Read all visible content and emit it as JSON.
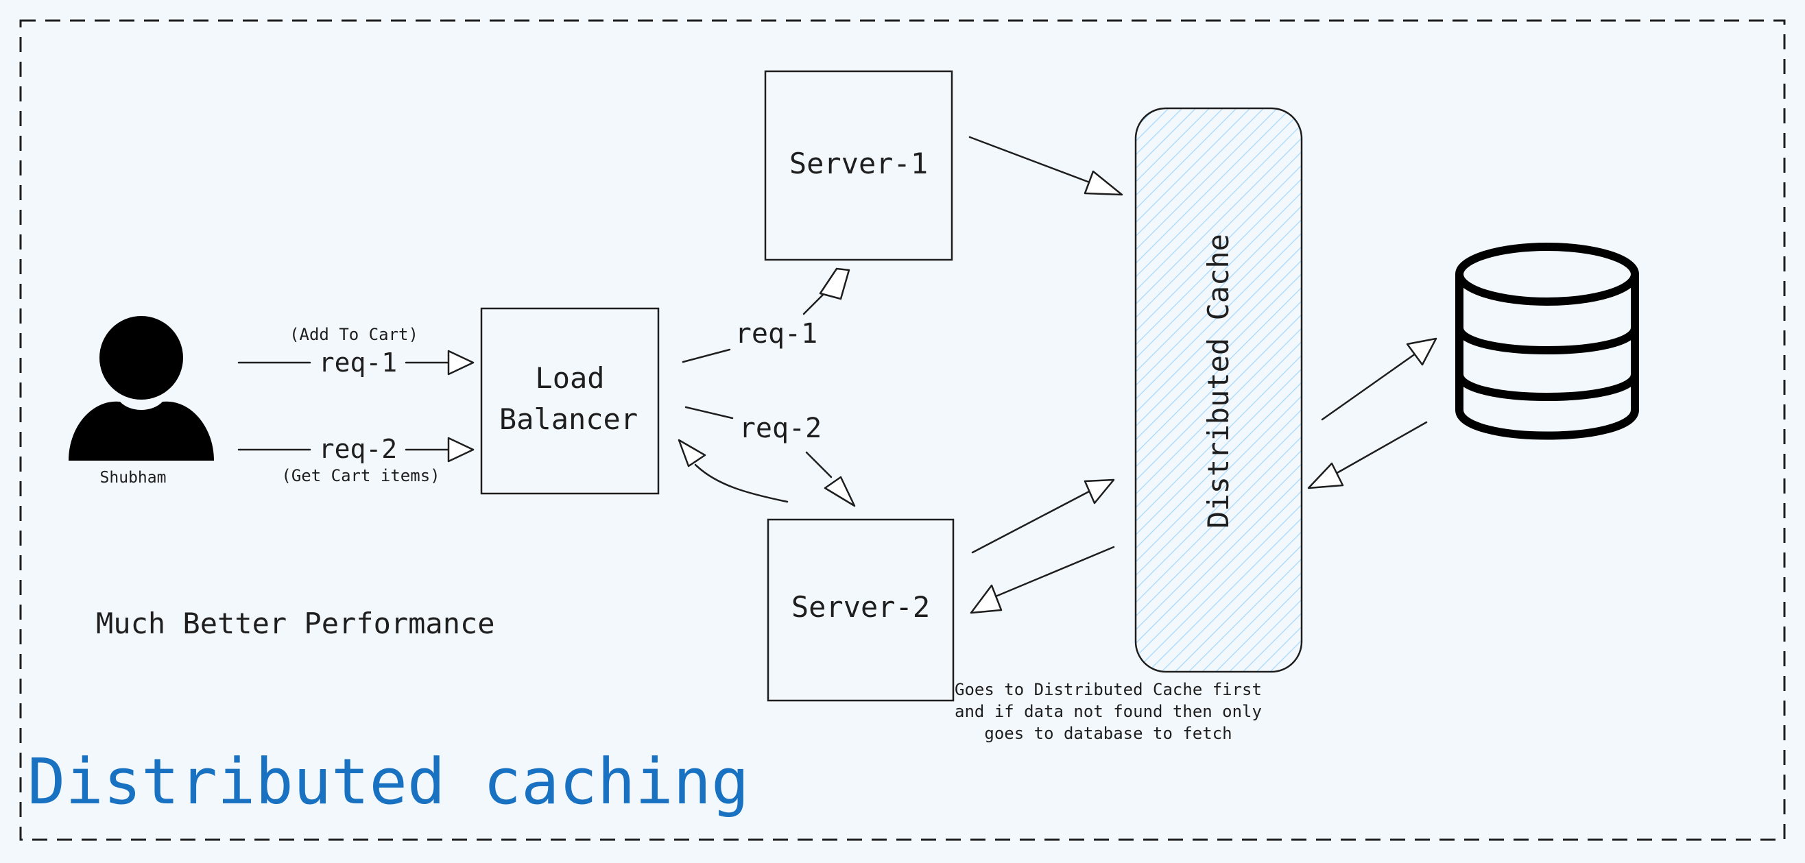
{
  "title": "Distributed caching",
  "subtitle": "Much Better Performance",
  "user": {
    "name": "Shubham"
  },
  "request_1": {
    "label": "req-1",
    "note": "(Add To Cart)"
  },
  "request_2": {
    "label": "req-2",
    "note": "(Get Cart items)"
  },
  "load_balancer": {
    "line1": "Load",
    "line2": "Balancer"
  },
  "lb_to_server_1": {
    "label": "req-1"
  },
  "lb_to_server_2": {
    "label": "req-2"
  },
  "server_1": {
    "label": "Server-1"
  },
  "server_2": {
    "label": "Server-2"
  },
  "cache": {
    "label": "Distributed Cache"
  },
  "database": {
    "icon": "database-icon"
  },
  "note": {
    "line1": "Goes to Distributed Cache first",
    "line2": "and if data not found then only",
    "line3": "goes to database to fetch"
  },
  "colors": {
    "background": "#f3f8fc",
    "title": "#1971c2",
    "cache_hatch": "#a5d8ff",
    "stroke": "#1e1e1e"
  }
}
